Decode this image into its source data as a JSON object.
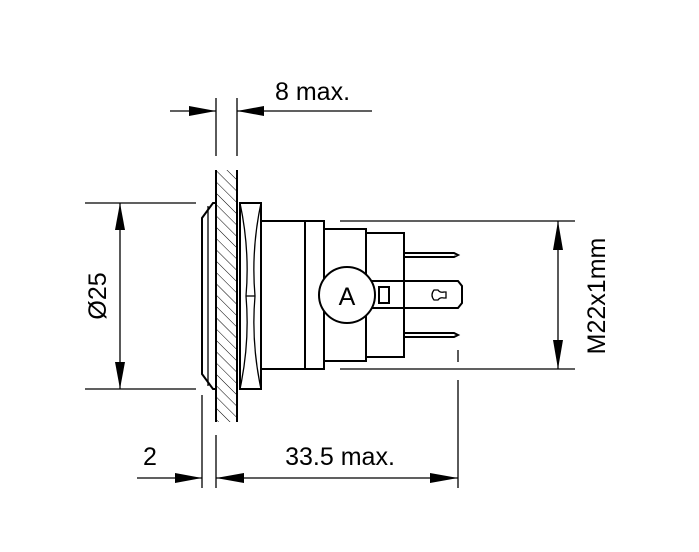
{
  "dimensions": {
    "panel_thickness": "8 max.",
    "bezel_diameter": "Ø25",
    "bezel_height": "2",
    "depth": "33.5 max.",
    "thread": "M22x1mm"
  },
  "marker_label": "A",
  "colors": {
    "line": "#000000",
    "background": "#ffffff"
  }
}
